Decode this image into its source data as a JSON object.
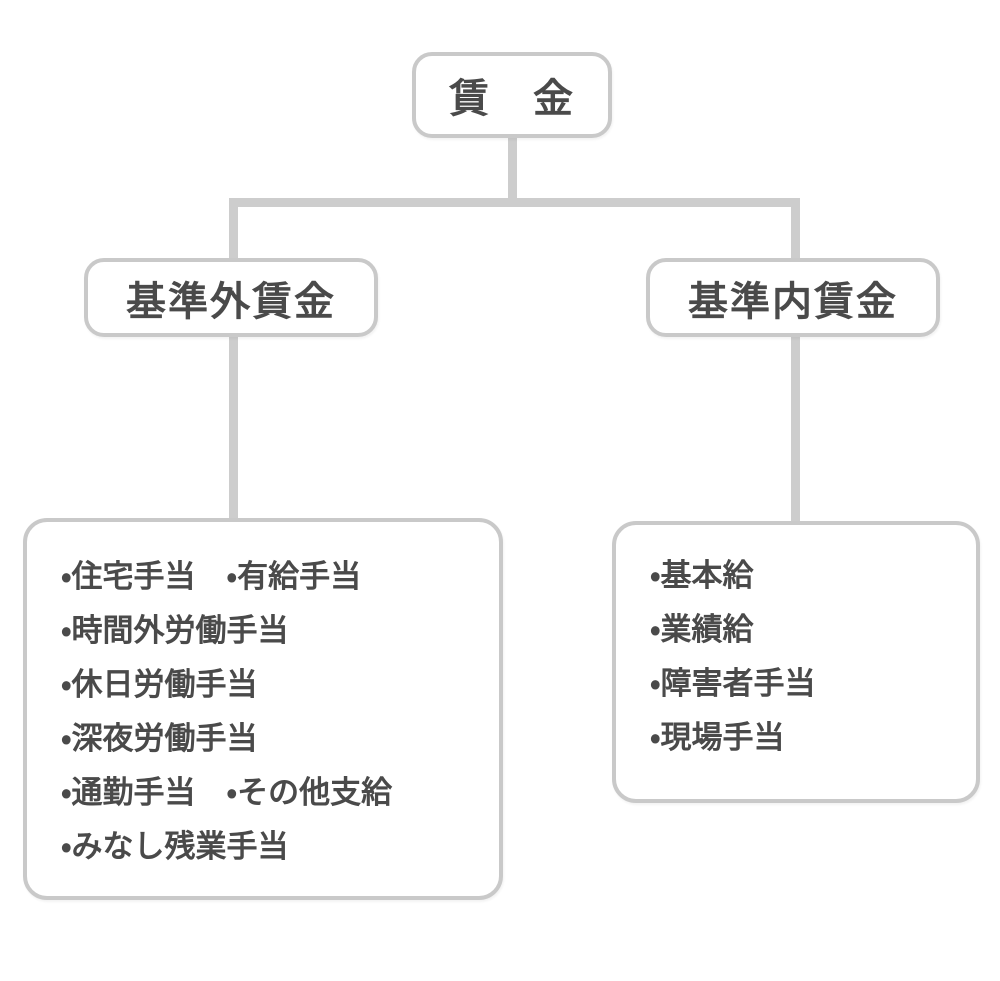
{
  "diagram": {
    "type": "tree",
    "root": {
      "label": "賃　金"
    },
    "branches": [
      {
        "label": "基準外賃金",
        "items": [
          "・住宅手当　・有給手当",
          "・時間外労働手当",
          "・休日労働手当",
          "・深夜労働手当",
          "・通勤手当　・その他支給",
          "・みなし残業手当"
        ]
      },
      {
        "label": "基準内賃金",
        "items": [
          "・基本給",
          "・業績給",
          "・障害者手当",
          "・現場手当"
        ]
      }
    ],
    "colors": {
      "background": "#ffffff",
      "connector_line": "#cdcdcd",
      "box_border": "#c9c9c9",
      "text": "#4a4a4a"
    }
  }
}
